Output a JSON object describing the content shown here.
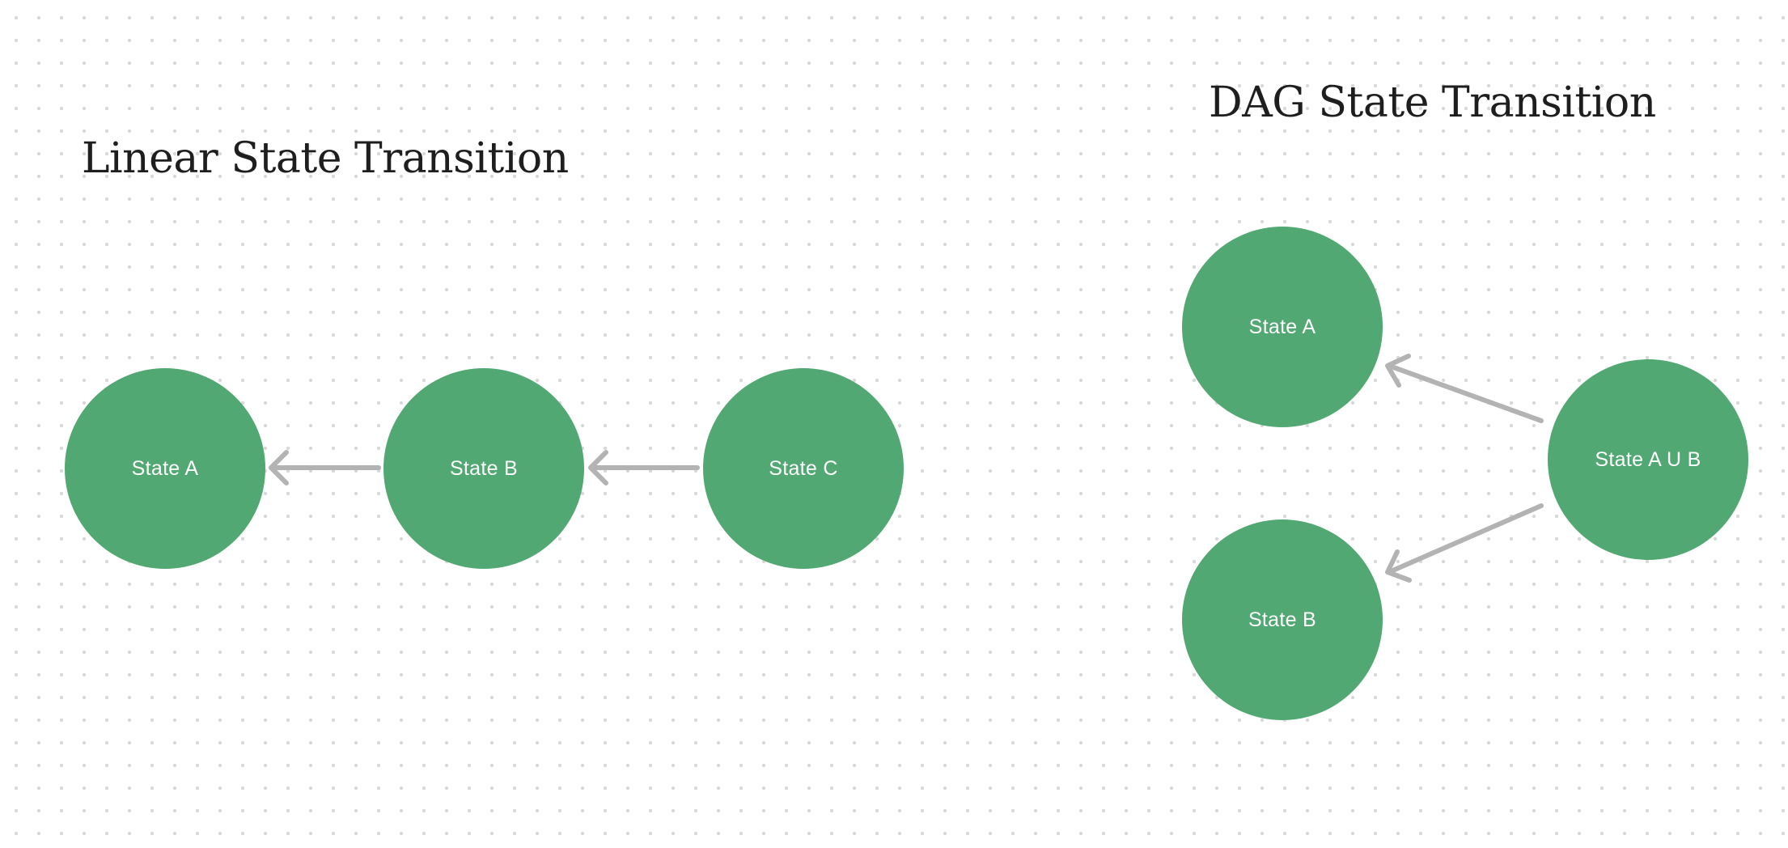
{
  "linear": {
    "title": "Linear State Transition",
    "nodes": {
      "a": "State A",
      "b": "State B",
      "c": "State C"
    }
  },
  "dag": {
    "title": "DAG State Transition",
    "nodes": {
      "a": "State A",
      "b": "State B",
      "union": "State A U B"
    }
  },
  "colors": {
    "node_fill": "#52a873",
    "node_text": "#ffffff",
    "arrow": "#b3b3b3",
    "title_text": "#1e1e1e",
    "grid_dot": "#d9d9d9",
    "background": "#ffffff"
  },
  "edges": [
    {
      "from": "linear.b",
      "to": "linear.a"
    },
    {
      "from": "linear.c",
      "to": "linear.b"
    },
    {
      "from": "dag.union",
      "to": "dag.a"
    },
    {
      "from": "dag.union",
      "to": "dag.b"
    }
  ]
}
